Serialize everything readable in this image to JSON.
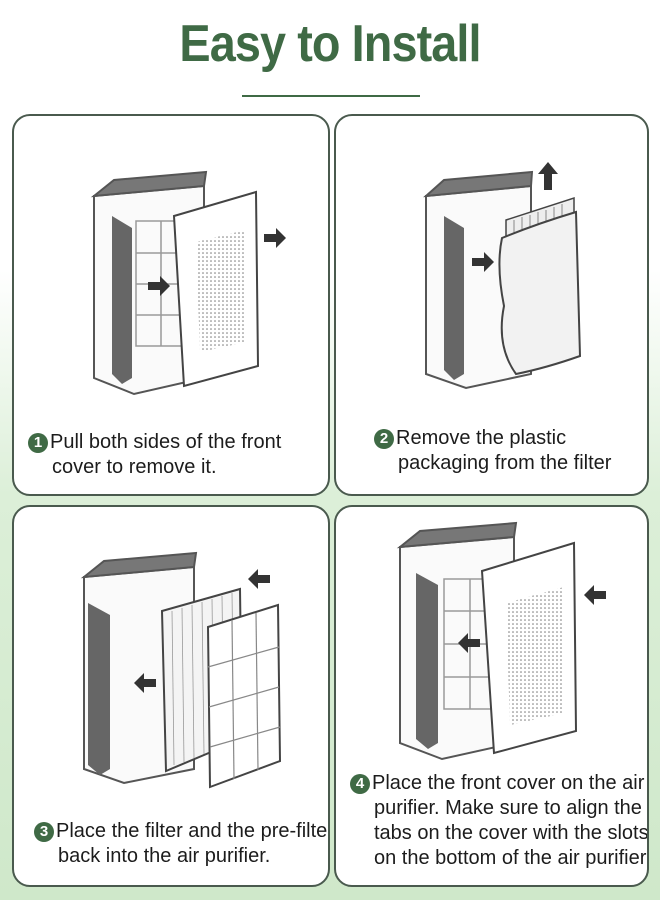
{
  "header": {
    "title": "Easy to Install"
  },
  "colors": {
    "accent": "#3f6a45",
    "card_border": "#4a5a4e",
    "device_dark": "#555555"
  },
  "steps": [
    {
      "number": "1",
      "line1": "Pull both sides of the front",
      "line2": "cover to remove it."
    },
    {
      "number": "2",
      "line1": "Remove the plastic",
      "line2": "packaging from the filter"
    },
    {
      "number": "3",
      "line1": "Place the filter and the pre-filter",
      "line2": "back into the air purifier."
    },
    {
      "number": "4",
      "line1": "Place the front cover on the air",
      "line2": "purifier. Make sure to align the",
      "line3": "tabs on the cover with the slots",
      "line4": "on the bottom of the air purifier."
    }
  ],
  "icons": [
    "arrow-right-icon",
    "arrow-up-icon",
    "arrow-left-icon",
    "air-purifier-icon",
    "filter-icon",
    "front-cover-icon",
    "plastic-bag-icon"
  ]
}
